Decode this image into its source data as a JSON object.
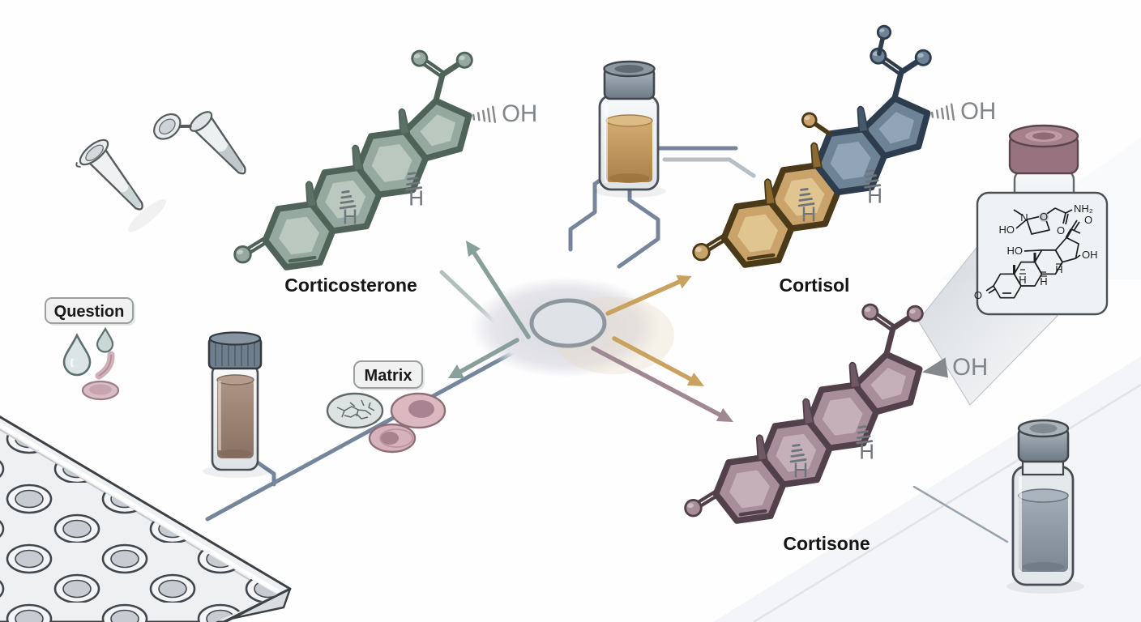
{
  "boxes": {
    "question": "Question",
    "matrix": "Matrix"
  },
  "molecules": {
    "corticosterone": {
      "name": "Corticosterone",
      "oh": "OH",
      "h": "H",
      "colors": {
        "fill": "#96a9a0",
        "inner": "#bcc9c2",
        "stroke": "#4f6359",
        "stub": "#5c7166"
      }
    },
    "cortisol": {
      "name": "Cortisol",
      "oh": "OH",
      "h": "H",
      "colors_left": {
        "fill": "#c9a369",
        "inner": "#e2c794",
        "stroke": "#4a3a1a",
        "stub": "#8a6a2e"
      },
      "colors_right": {
        "fill": "#6e8396",
        "inner": "#93a7b8",
        "stroke": "#2e3d4d",
        "stub": "#46586a"
      }
    },
    "cortisone": {
      "name": "Cortisone",
      "oh": "OH",
      "h": "H",
      "colors": {
        "fill": "#a78e98",
        "inner": "#c6b2ba",
        "stroke": "#52404a",
        "stub": "#6e5863"
      }
    }
  },
  "inset": {
    "nh2": "NH₂",
    "n": "N",
    "o_ring": "O",
    "ho_top": "HO",
    "o_amide": "O",
    "o_ester": "O",
    "ho_left": "HO",
    "oh_right": "OH",
    "h1": "H",
    "h2": "H",
    "h3": "H",
    "o_ketone": "O"
  },
  "palette": {
    "trace": "#75859b",
    "trace_light": "#b6bec6",
    "arrow_green": "#89a09a",
    "arrow_gold": "#c8a25e",
    "arrow_mauve": "#9f8793",
    "amber_liquid": "#c79e66",
    "brown_liquid": "#9c8476",
    "gray_liquid": "#939ea8",
    "cell_pink": "#dcb9c1",
    "hub_ring": "#8e979e"
  }
}
